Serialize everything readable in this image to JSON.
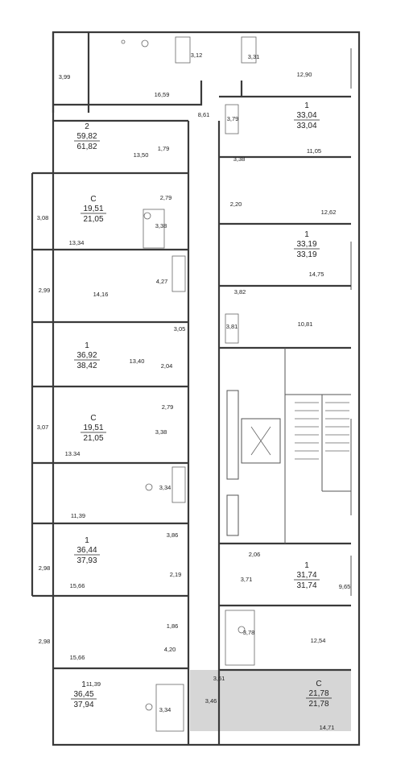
{
  "colors": {
    "walls": "#3a3a3a",
    "selected_unit_fill": "#d6d6d6",
    "text": "#222222"
  },
  "units": [
    {
      "id": "u2",
      "type": "2",
      "area_living": "59,82",
      "area_total": "61,82",
      "selected": false
    },
    {
      "id": "uA",
      "type": "1",
      "area_living": "33,04",
      "area_total": "33,04",
      "selected": false
    },
    {
      "id": "uC1",
      "type": "С",
      "area_living": "19,51",
      "area_total": "21,05",
      "selected": false
    },
    {
      "id": "uB",
      "type": "1",
      "area_living": "33,19",
      "area_total": "33,19",
      "selected": false
    },
    {
      "id": "u1a",
      "type": "1",
      "area_living": "36,92",
      "area_total": "38,42",
      "selected": false
    },
    {
      "id": "uC2",
      "type": "С",
      "area_living": "19,51",
      "area_total": "21,05",
      "selected": false
    },
    {
      "id": "u1b",
      "type": "1",
      "area_living": "36,44",
      "area_total": "37,93",
      "selected": false
    },
    {
      "id": "uD",
      "type": "1",
      "area_living": "31,74",
      "area_total": "31,74",
      "selected": false
    },
    {
      "id": "u1c",
      "type": "1",
      "area_living": "36,45",
      "area_total": "37,94",
      "selected": false
    },
    {
      "id": "uCs",
      "type": "С",
      "area_living": "21,78",
      "area_total": "21,78",
      "selected": true
    }
  ],
  "room_areas": [
    "3,99",
    "3,12",
    "3,31",
    "12,90",
    "16,59",
    "8,61",
    "3,79",
    "13,50",
    "1,79",
    "3,38",
    "11,05",
    "2,79",
    "2,20",
    "12,62",
    "3,08",
    "3,38",
    "13,34",
    "14,75",
    "4,27",
    "3,82",
    "2,99",
    "14,16",
    "3,81",
    "10,81",
    "3,05",
    "13,40",
    "2,04",
    "2,79",
    "3,07",
    "3,38",
    "13.34",
    "3,34",
    "11,39",
    "2,06",
    "3,86",
    "3,71",
    "9,65",
    "2,98",
    "2,19",
    "15,66",
    "3,78",
    "12,54",
    "1,86",
    "4,20",
    "2,98",
    "15,66",
    "3,61",
    "11,39",
    "3,46",
    "3,34",
    "14,71"
  ]
}
